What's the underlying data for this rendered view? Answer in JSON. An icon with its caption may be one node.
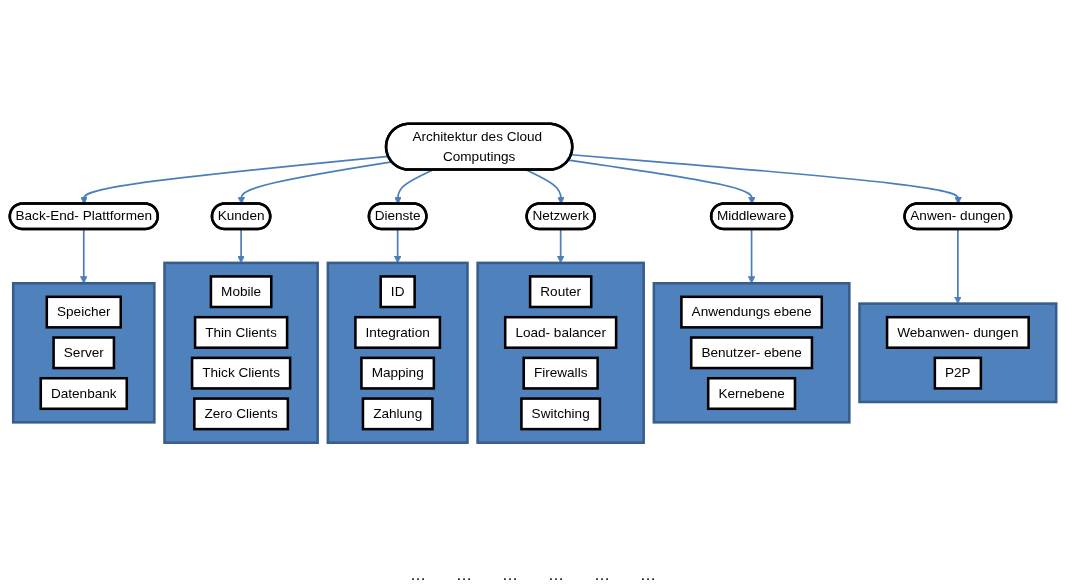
{
  "diagram": {
    "nodes": [
      {
        "text": [
          "Architektur des Cloud Computings"
        ]
      },
      {
        "text": [
          "Back-End- Plattformen"
        ]
      },
      {
        "text": [
          "Kunden"
        ]
      },
      {
        "text": [
          "Dienste"
        ]
      },
      {
        "text": [
          "Netzwerk"
        ]
      },
      {
        "text": [
          "Middleware"
        ]
      },
      {
        "text": [
          "Anwen- dungen"
        ]
      },
      {
        "text": [],
        "shape": "box"
      },
      {
        "text": [
          "Speicher"
        ],
        "in": 7
      },
      {
        "text": [
          "Server"
        ],
        "in": 7
      },
      {
        "text": [
          "Datenbank"
        ],
        "in": 7
      },
      {
        "text": [],
        "shape": "box"
      },
      {
        "text": [
          "Mobile"
        ],
        "in": 11
      },
      {
        "text": [
          "Thin Clients"
        ],
        "in": 11
      },
      {
        "text": [
          "Thick Clients"
        ],
        "in": 11
      },
      {
        "text": [
          "Zero Clients"
        ],
        "in": 11
      },
      {
        "text": [],
        "shape": "box"
      },
      {
        "text": [
          "ID"
        ],
        "in": 16
      },
      {
        "text": [
          "Integration"
        ],
        "in": 16
      },
      {
        "text": [
          "Mapping"
        ],
        "in": 16
      },
      {
        "text": [
          "Zahlung"
        ],
        "in": 16
      },
      {
        "text": [],
        "shape": "box"
      },
      {
        "text": [
          "Router"
        ],
        "in": 21
      },
      {
        "text": [
          "Load- balancer"
        ],
        "in": 21
      },
      {
        "text": [
          "Firewalls"
        ],
        "in": 21
      },
      {
        "text": [
          "Switching"
        ],
        "in": 21
      },
      {
        "text": [],
        "shape": "box"
      },
      {
        "text": [
          "Anwendungs ebene"
        ],
        "in": 26
      },
      {
        "text": [
          "Benutzer- ebene"
        ],
        "in": 26
      },
      {
        "text": [
          "Kernebene"
        ],
        "in": 26
      },
      {
        "text": [],
        "shape": "box"
      },
      {
        "text": [
          "Webanwen- dungen"
        ],
        "in": 30
      },
      {
        "text": [
          "P2P"
        ],
        "in": 30
      }
    ],
    "edges": [
      {
        "from": 0,
        "to": 1,
        "arrow": "to"
      },
      {
        "from": 0,
        "to": 2,
        "arrow": "to"
      },
      {
        "from": 0,
        "to": 3,
        "arrow": "to"
      },
      {
        "from": 0,
        "to": 4,
        "arrow": "to"
      },
      {
        "from": 0,
        "to": 5,
        "arrow": "to"
      },
      {
        "from": 0,
        "to": 6,
        "arrow": "to"
      },
      {
        "from": 1,
        "to": 7,
        "arrow": "to"
      },
      {
        "from": 2,
        "to": 11,
        "arrow": "to"
      },
      {
        "from": 3,
        "to": 16,
        "arrow": "to"
      },
      {
        "from": 4,
        "to": 21,
        "arrow": "to"
      },
      {
        "from": 5,
        "to": 26,
        "arrow": "to"
      },
      {
        "from": 6,
        "to": 30,
        "arrow": "to"
      }
    ],
    "labels": [
      "…",
      "…",
      "…",
      "…",
      "…",
      "…"
    ]
  }
}
